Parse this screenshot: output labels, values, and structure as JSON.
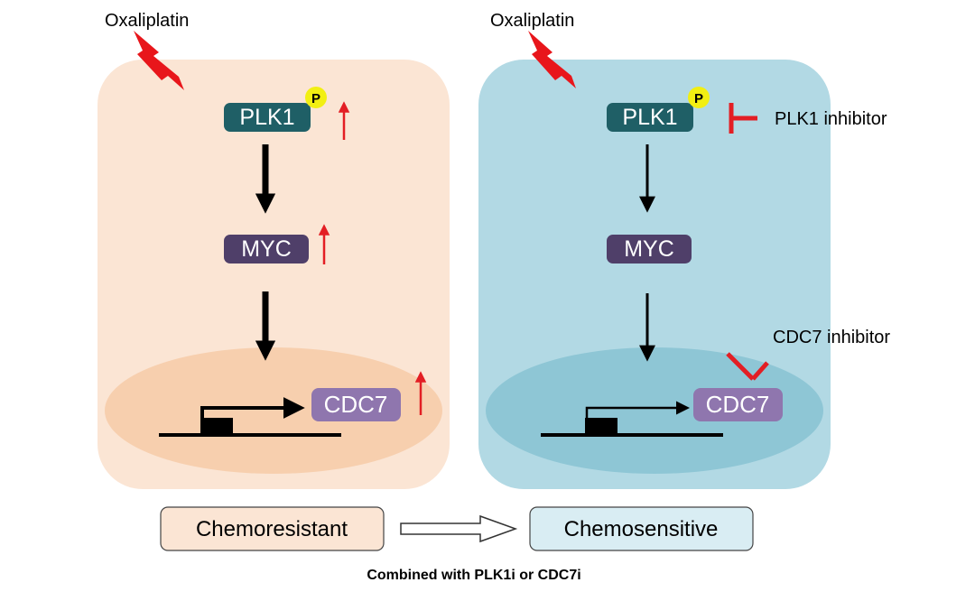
{
  "left_panel": {
    "trigger_label": "Oxaliplatin",
    "phospho_badge": "P",
    "plk1_label": "PLK1",
    "myc_label": "MYC",
    "cdc7_label": "CDC7",
    "state_label": "Chemoresistant"
  },
  "right_panel": {
    "trigger_label": "Oxaliplatin",
    "phospho_badge": "P",
    "plk1_label": "PLK1",
    "myc_label": "MYC",
    "cdc7_label": "CDC7",
    "plk1_inhibitor_label": "PLK1 inhibitor",
    "cdc7_inhibitor_label": "CDC7 inhibitor",
    "state_label": "Chemosensitive"
  },
  "footer": {
    "caption": "Combined with PLK1i or CDC7i"
  },
  "colors": {
    "left_panel_bg": "#fbe5d4",
    "left_nucleus": "#f7cfae",
    "right_panel_bg": "#b2d9e4",
    "right_nucleus": "#8ec6d5",
    "plk1_box": "#1f5f66",
    "myc_box": "#4f3f69",
    "cdc7_box": "#8f76ae",
    "phospho_badge": "#f2ef12",
    "up_arrow": "#e31e24",
    "inhibitor": "#e31e24",
    "bolt": "#e8161b",
    "chemoresistant_box": "#fbe5d4",
    "chemosensitive_box": "#d9edf3"
  }
}
